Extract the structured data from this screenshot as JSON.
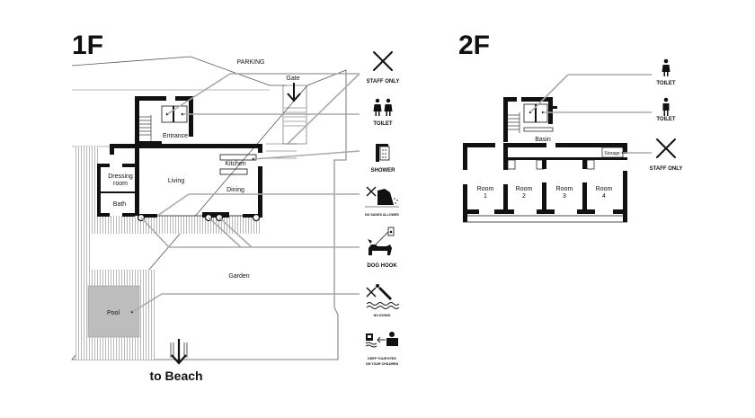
{
  "floor1": {
    "title": "1F",
    "labels": {
      "parking": "PARKING",
      "gate": "Gate",
      "entrance": "Entrance",
      "kitchen": "Kitchen",
      "living": "Living",
      "dining": "Dining",
      "dressing_l1": "Dressing",
      "dressing_l2": "room",
      "bath": "Bath",
      "garden": "Garden",
      "pool": "Pool",
      "to_beach": "to Beach"
    },
    "legend": [
      {
        "icon": "staff-only-icon",
        "label": "STAFF ONLY"
      },
      {
        "icon": "toilet-icon",
        "label": "TOILET"
      },
      {
        "icon": "shower-icon",
        "label": "SHOWER"
      },
      {
        "icon": "no-sands-icon",
        "label": "NO SANDS ALLOWED"
      },
      {
        "icon": "dog-hook-icon",
        "label": "DOG HOOK"
      },
      {
        "icon": "no-diving-icon",
        "label": "NO DIVING"
      },
      {
        "icon": "keep-eyes-icon",
        "label": "KEEP YOUR EYES",
        "label2": "ON YOUR CHILDREN"
      }
    ]
  },
  "floor2": {
    "title": "2F",
    "labels": {
      "basin": "Basin",
      "storage": "Storage",
      "room1_name": "Room",
      "room1_num": "1",
      "room2_name": "Room",
      "room2_num": "2",
      "room3_name": "Room",
      "room3_num": "3",
      "room4_name": "Room",
      "room4_num": "4"
    },
    "legend": [
      {
        "icon": "toilet-female-icon",
        "label": "TOILET"
      },
      {
        "icon": "toilet-male-icon",
        "label": "TOILET"
      },
      {
        "icon": "staff-only-icon",
        "label": "STAFF ONLY"
      }
    ]
  }
}
